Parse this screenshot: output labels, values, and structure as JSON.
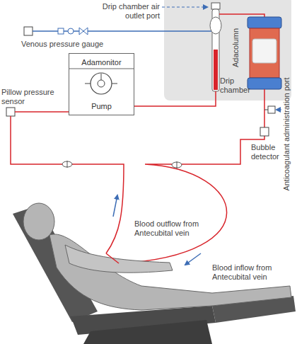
{
  "diagram": {
    "nodes": [
      {
        "text": [
          "Adamonitor",
          "Pump"
        ]
      }
    ],
    "labels": [
      "Drip chamber air outlet port",
      "Venous pressure gauge",
      "Adacolumn",
      "Drip chamber",
      "Anticoagulant administration port",
      "Pillow pressure sensor",
      "Bubble detector",
      "Blood outflow from Antecubital vein",
      "Blood inflow from Antecubital vein"
    ]
  }
}
